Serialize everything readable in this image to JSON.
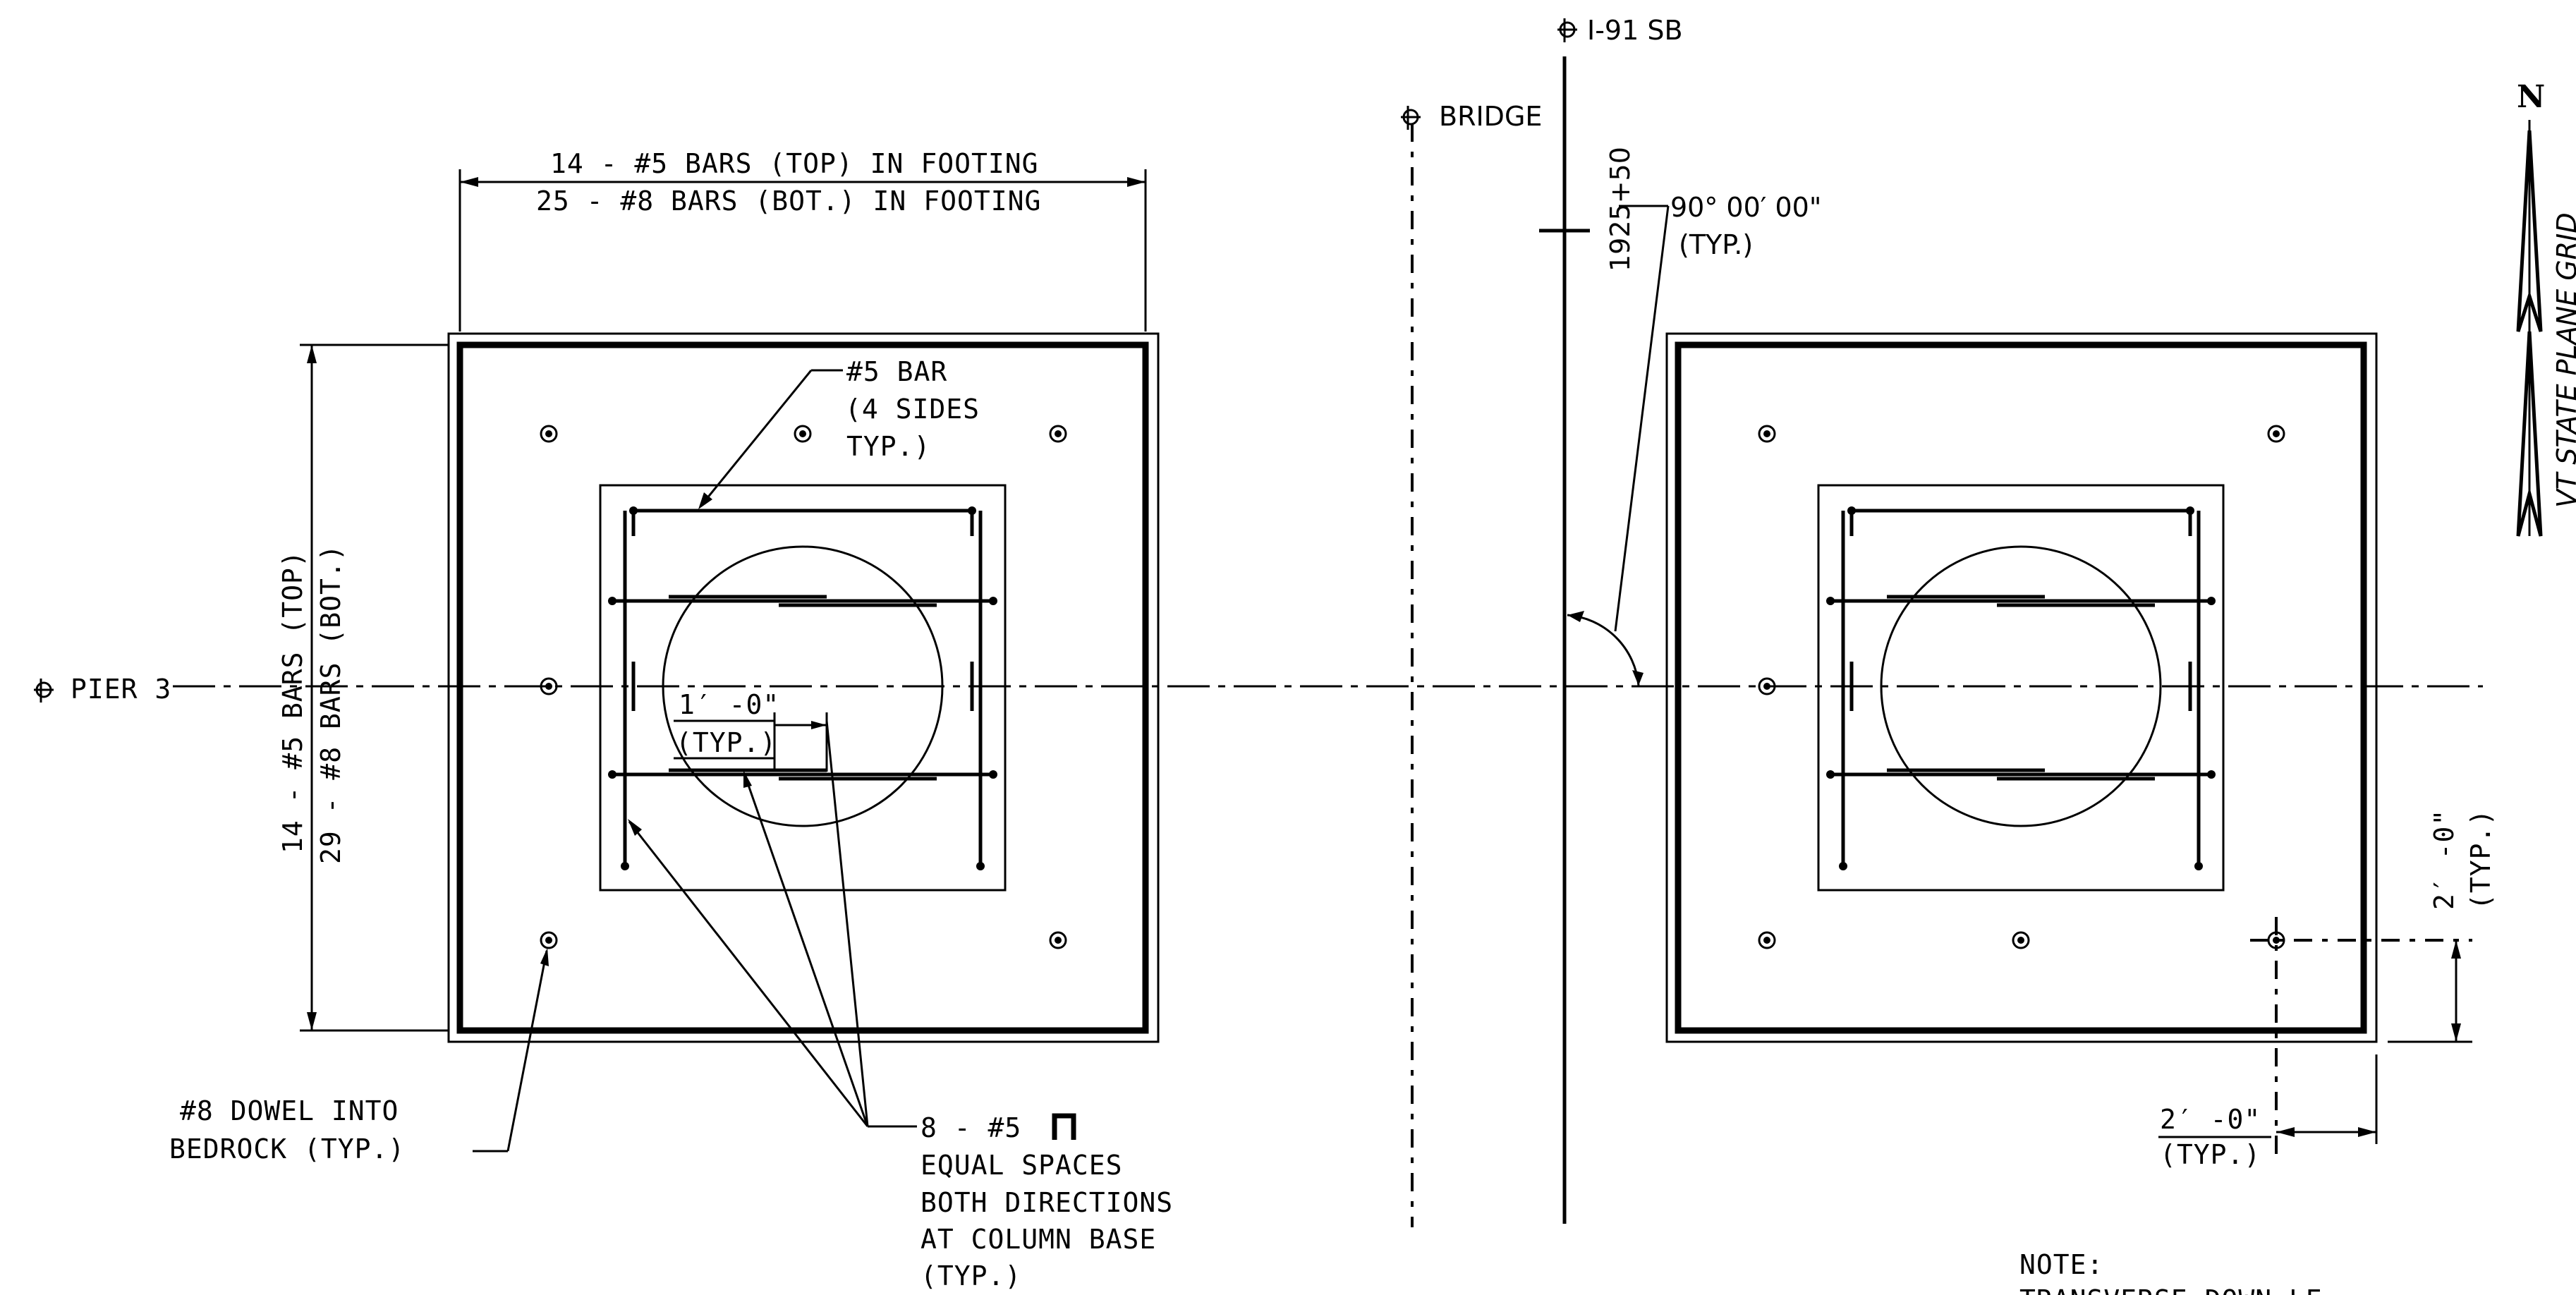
{
  "labels": {
    "cl_i91": "I-91 SB",
    "cl_bridge": "BRIDGE",
    "cl_pier": "PIER 3",
    "station": "1925+50",
    "skew_angle": "90° 00′ 00\"",
    "skew_typ": "(TYP.)",
    "top_bars_line1": "14 - #5 BARS (TOP) IN FOOTING",
    "top_bars_line2": "25 - #8 BARS (BOT.) IN FOOTING",
    "side_bars_line1": "14 - #5 BARS (TOP)",
    "side_bars_line2": "29 - #8 BARS (BOT.)",
    "bar5_line1": "#5 BAR",
    "bar5_line2": "(4 SIDES",
    "bar5_line3": "TYP.)",
    "dim_1ft": "1′ -0\"",
    "dim_1ft_typ": "(TYP.)",
    "dowel_line1": "#8 DOWEL INTO",
    "dowel_line2": "BEDROCK (TYP.)",
    "hoops_line1": "8 - #5",
    "hoops_line2": "EQUAL SPACES",
    "hoops_line3": "BOTH DIRECTIONS",
    "hoops_line4": "AT COLUMN BASE",
    "hoops_line5": "(TYP.)",
    "dim_2ft_v": "2′ -0\"",
    "dim_2ft_v_typ": "(TYP.)",
    "dim_2ft_h": "2′ -0\"",
    "dim_2ft_h_typ": "(TYP.)",
    "note_title": "NOTE:",
    "note_text": "TRANSVERSE DOWN LE",
    "north": "N",
    "north_grid": "VT STATE PLANE GRID"
  },
  "symbols": {
    "centerline": "centerline-symbol"
  }
}
